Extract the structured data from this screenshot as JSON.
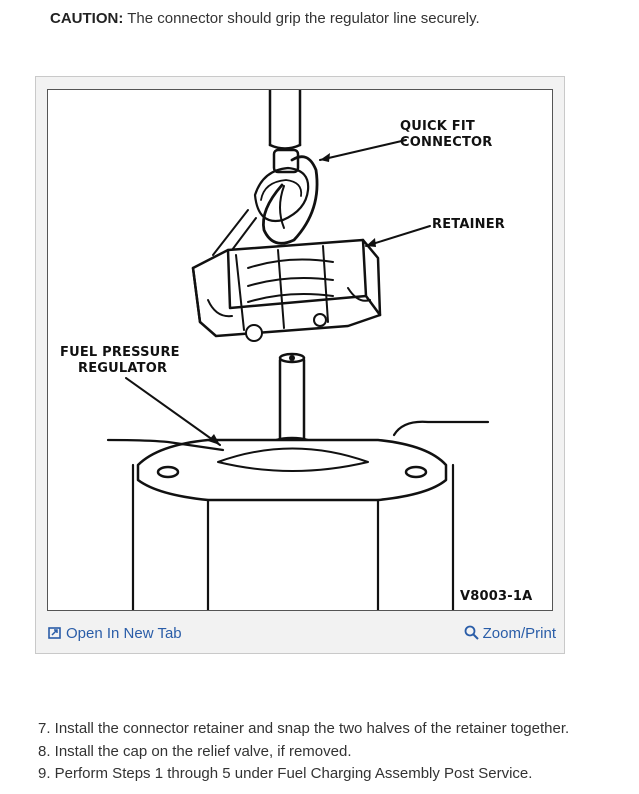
{
  "caution": {
    "label": "CAUTION:",
    "text": " The connector should grip the regulator line securely."
  },
  "figure": {
    "labels": {
      "quick_fit_1": "QUICK FIT",
      "quick_fit_2": "CONNECTOR",
      "retainer": "RETAINER",
      "fuel_1": "FUEL PRESSURE",
      "fuel_2": "REGULATOR",
      "code": "V8003-1A"
    },
    "open_tab_label": "Open In New Tab",
    "zoom_label": "Zoom/Print",
    "open_tab_icon": "open-new-tab-icon",
    "zoom_icon": "magnifier-icon",
    "link_color": "#2a5da8"
  },
  "steps": [
    "7. Install the connector retainer and snap the two halves of the retainer together.",
    "8. Install the cap on the relief valve, if removed.",
    "9. Perform Steps 1 through 5 under Fuel Charging Assembly Post Service."
  ]
}
